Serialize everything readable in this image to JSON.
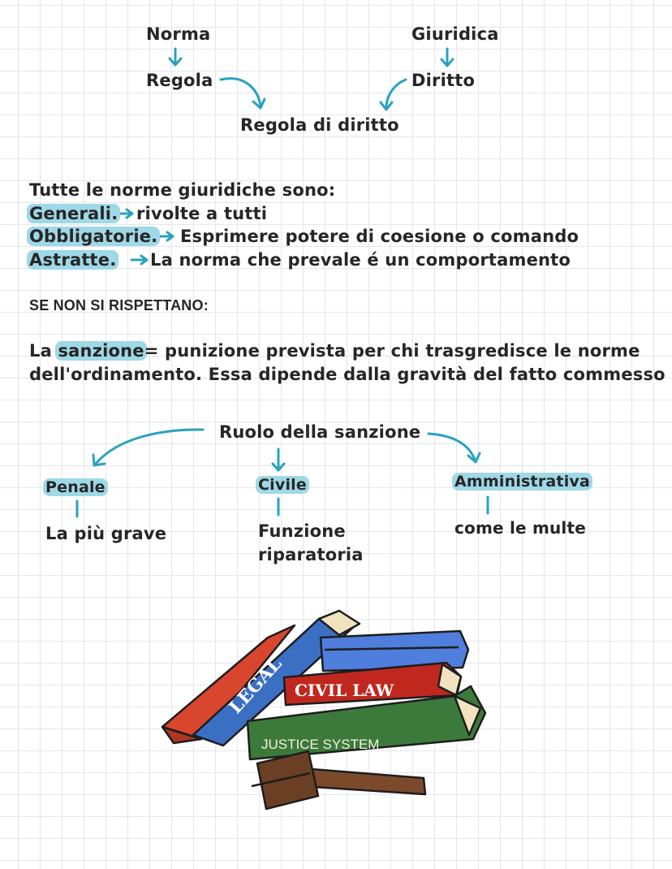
{
  "diagram_top": {
    "norma": "Norma",
    "giuridica": "Giuridica",
    "regola": "Regola",
    "diritto": "Diritto",
    "result": "Regola di diritto"
  },
  "features": {
    "intro": "Tutte le norme giuridiche sono:",
    "items": [
      {
        "term": "Generali.",
        "text": "rivolte a tutti"
      },
      {
        "term": "Obbligatorie.",
        "text": "Esprimere potere di coesione o comando"
      },
      {
        "term": "Astratte.",
        "text": "La norma che prevale é un comportamento"
      }
    ]
  },
  "se_non": "SE NON SI RISPETTANO:",
  "sanzione": {
    "prefix": "La",
    "term": "sanzione",
    "line1_rest": "= punizione prevista per chi trasgredisce le norme",
    "line2": "dell'ordinamento. Essa dipende dalla gravità del fatto commesso"
  },
  "ruolo": {
    "title": "Ruolo della sanzione",
    "branches": [
      {
        "name": "Penale",
        "desc": [
          "La più grave"
        ]
      },
      {
        "name": "Civile",
        "desc": [
          "Funzione",
          "riparatoria"
        ]
      },
      {
        "name": "Amministrativa",
        "desc": [
          "come le multe"
        ]
      }
    ]
  },
  "illustration": {
    "book_red_label": "LEGAL",
    "book_mid_label": "CIVIL LAW",
    "book_bottom_label": "JUSTICE SYSTEM"
  },
  "colors": {
    "accent": "#2ba2bd",
    "highlight": "#9fd8e6"
  }
}
